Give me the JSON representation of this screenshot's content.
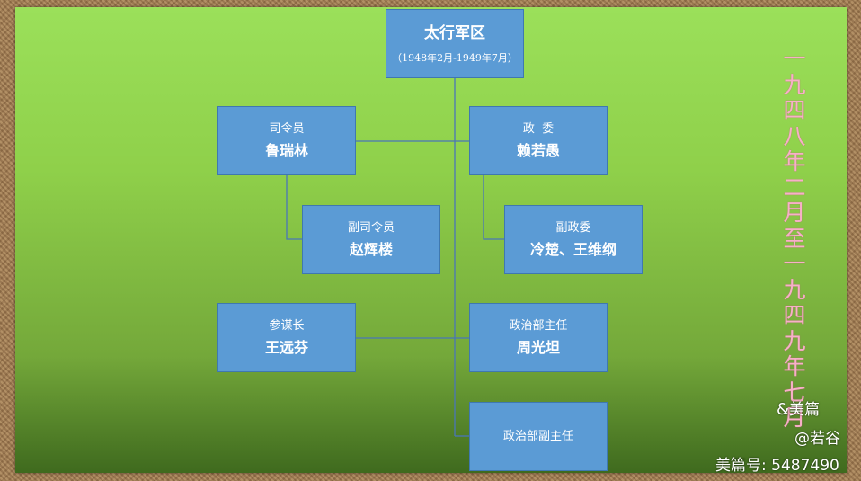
{
  "root": {
    "title": "太行军区",
    "period": "（1948年2月-1949年7月）"
  },
  "nodes": [
    {
      "id": "commander",
      "role": "司令员",
      "name": "鲁瑞林"
    },
    {
      "id": "commissar",
      "role": "政  委",
      "name": "赖若愚"
    },
    {
      "id": "deputy-commander",
      "role": "副司令员",
      "name": "赵辉楼"
    },
    {
      "id": "deputy-commissar",
      "role": "副政委",
      "name": "冷楚、王维纲"
    },
    {
      "id": "chief-of-staff",
      "role": "参谋长",
      "name": "王远芬"
    },
    {
      "id": "political-director",
      "role": "政治部主任",
      "name": "周光坦"
    },
    {
      "id": "political-deputy-director",
      "role": "政治部副主任",
      "name": ""
    }
  ],
  "side_title": "一九四八年二月至一九四九年七月",
  "watermark": {
    "brand": "美篇",
    "author": "@若谷",
    "id_line": "美篇号: 5487490"
  },
  "colors": {
    "box": "#5b9bd5",
    "line": "#4a76b8",
    "side_title": "#f7b0c8"
  }
}
